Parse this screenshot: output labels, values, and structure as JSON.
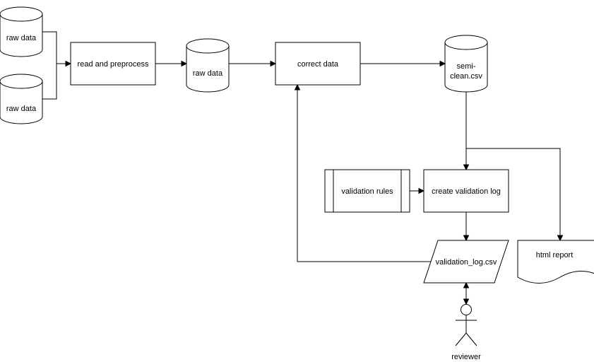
{
  "diagram": {
    "nodes": {
      "raw_data_1": {
        "label": "raw data",
        "shape": "cylinder"
      },
      "raw_data_2": {
        "label": "raw data",
        "shape": "cylinder"
      },
      "read_preprocess": {
        "label": "read and preprocess",
        "shape": "process"
      },
      "raw_data_3": {
        "label": "raw data",
        "shape": "cylinder"
      },
      "correct_data": {
        "label": "correct data",
        "shape": "process"
      },
      "semi_clean": {
        "label_line1": "semi-",
        "label_line2": "clean.csv",
        "shape": "cylinder"
      },
      "validation_rules": {
        "label": "validation rules",
        "shape": "predefined-process"
      },
      "create_validation_log": {
        "label": "create validation log",
        "shape": "process"
      },
      "validation_log": {
        "label": "validation_log.csv",
        "shape": "data-parallelogram"
      },
      "html_report": {
        "label": "html report",
        "shape": "document"
      },
      "reviewer": {
        "label": "reviewer",
        "shape": "actor"
      }
    },
    "edges": [
      {
        "from": "raw data",
        "to": "read and preprocess"
      },
      {
        "from": "raw data",
        "to": "read and preprocess"
      },
      {
        "from": "read and preprocess",
        "to": "raw data"
      },
      {
        "from": "raw data",
        "to": "correct data"
      },
      {
        "from": "correct data",
        "to": "semi-clean.csv"
      },
      {
        "from": "semi-clean.csv",
        "to": "create validation log"
      },
      {
        "from": "semi-clean.csv",
        "to": "html report"
      },
      {
        "from": "validation rules",
        "to": "create validation log"
      },
      {
        "from": "create validation log",
        "to": "validation_log.csv"
      },
      {
        "from": "validation_log.csv",
        "to": "correct data"
      },
      {
        "from": "validation_log.csv",
        "to": "reviewer",
        "bidirectional": true
      }
    ]
  }
}
